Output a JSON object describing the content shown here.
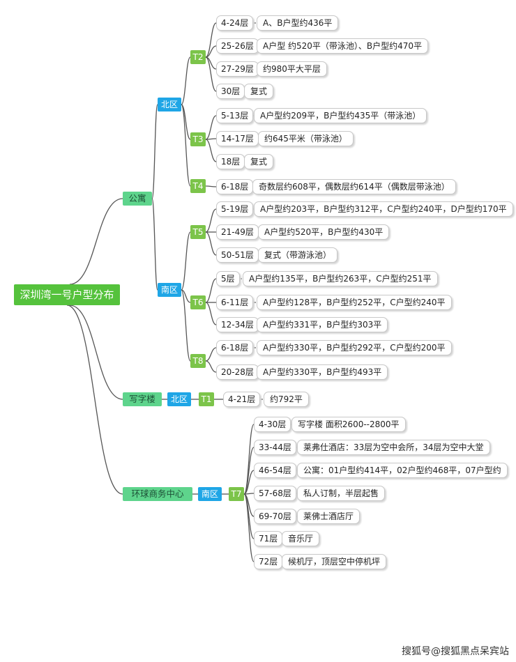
{
  "root": "深圳湾一号户型分布",
  "categories": {
    "apartment": "公寓",
    "office": "写字楼",
    "center": "环球商务中心"
  },
  "zones": {
    "north": "北区",
    "south": "南区",
    "office_north": "北区",
    "center_south": "南区"
  },
  "towers": {
    "t2": "T2",
    "t3": "T3",
    "t4": "T4",
    "t5": "T5",
    "t6": "T6",
    "t8": "T8",
    "t1": "T1",
    "t7": "T7"
  },
  "rows": [
    {
      "floor": "4-24层",
      "detail": "A、B户型约436平"
    },
    {
      "floor": "25-26层",
      "detail": "A户型 约520平（带泳池）、B户型约470平"
    },
    {
      "floor": "27-29层",
      "detail": "约980平大平层"
    },
    {
      "floor": "30层",
      "detail": "复式"
    },
    {
      "floor": "5-13层",
      "detail": "A户型约209平，B户型约435平（带泳池）"
    },
    {
      "floor": "14-17层",
      "detail": "约645平米（带泳池）"
    },
    {
      "floor": "18层",
      "detail": "复式"
    },
    {
      "floor": "6-18层",
      "detail": "奇数层约608平，偶数层约614平（偶数层带泳池）"
    },
    {
      "floor": "5-19层",
      "detail": "A户型约203平，B户型约312平，C户型约240平，D户型约170平"
    },
    {
      "floor": "21-49层",
      "detail": "A户型约520平，B户型约430平"
    },
    {
      "floor": "50-51层",
      "detail": "复式（带游泳池）"
    },
    {
      "floor": "5层",
      "detail": "A户型约135平，B户型约263平，C户型约251平"
    },
    {
      "floor": "6-11层",
      "detail": "A户型约128平，B户型约252平，C户型约240平"
    },
    {
      "floor": "12-34层",
      "detail": "A户型约331平，B户型约303平"
    },
    {
      "floor": "6-18层",
      "detail": "A户型约330平，B户型约292平，C户型约200平"
    },
    {
      "floor": "20-28层",
      "detail": "A户型约330平，B户型约493平"
    },
    {
      "floor": "4-21层",
      "detail": "约792平"
    },
    {
      "floor": "4-30层",
      "detail": "写字楼  面积2600--2800平"
    },
    {
      "floor": "33-44层",
      "detail": "莱弗仕酒店：33层为空中会所，34层为空中大堂"
    },
    {
      "floor": "46-54层",
      "detail": "公寓：01户型约414平，02户型约468平，07户型约"
    },
    {
      "floor": "57-68层",
      "detail": "私人订制，半层起售"
    },
    {
      "floor": "69-70层",
      "detail": "莱佛士酒店厅"
    },
    {
      "floor": "71层",
      "detail": "音乐厅"
    },
    {
      "floor": "72层",
      "detail": "候机厅，顶层空中停机坪"
    }
  ],
  "watermark": "搜狐号@搜狐黑点呆宾站",
  "colors": {
    "root": "#55c23c",
    "category": "#5ed48c",
    "zone": "#1fa6e6",
    "tower": "#7cc44a",
    "line": "#555555"
  }
}
